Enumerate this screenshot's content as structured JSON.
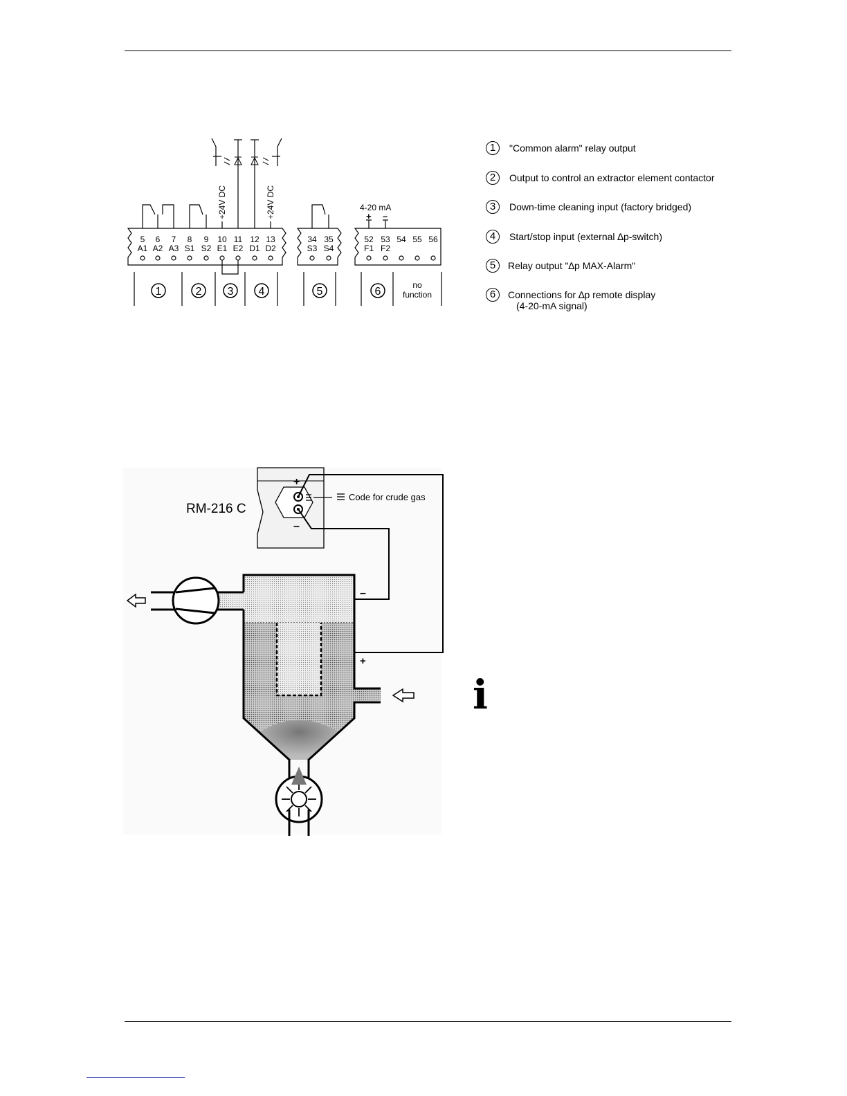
{
  "terminal_block": {
    "voltage_label_1": "+24V DC",
    "voltage_label_2": "+24V DC",
    "signal_label": "4-20 mA",
    "plus": "+",
    "minus": "–",
    "groups": [
      {
        "numbers": [
          "5",
          "6",
          "7",
          "8",
          "9",
          "10",
          "11",
          "12",
          "13"
        ],
        "codes": [
          "A1",
          "A2",
          "A3",
          "S1",
          "S2",
          "E1",
          "E2",
          "D1",
          "D2"
        ]
      },
      {
        "numbers": [
          "34",
          "35"
        ],
        "codes": [
          "S3",
          "S4"
        ]
      },
      {
        "numbers": [
          "52",
          "53",
          "54",
          "55",
          "56"
        ],
        "codes": [
          "F1",
          "F2",
          "",
          "",
          ""
        ]
      }
    ],
    "section_numbers": [
      "1",
      "2",
      "3",
      "4",
      "5",
      "6"
    ],
    "no_function": [
      "no",
      "function"
    ]
  },
  "legend": [
    {
      "num": "1",
      "text": "\"Common alarm\" relay output"
    },
    {
      "num": "2",
      "text": "Output to control an extractor element contactor"
    },
    {
      "num": "3",
      "text": "Down-time cleaning input (factory bridged)"
    },
    {
      "num": "4",
      "text": "Start/stop input (external ∆p-switch)"
    },
    {
      "num": "5",
      "text": "Relay output \"∆p MAX-Alarm\""
    },
    {
      "num": "6",
      "text": "Connections for ∆p remote display",
      "text2": "(4-20-mA signal)"
    }
  ],
  "installation": {
    "device_label": "RM-216 C",
    "code_label": "Code for crude gas",
    "plus": "+",
    "minus": "–"
  },
  "info_icon": "i"
}
